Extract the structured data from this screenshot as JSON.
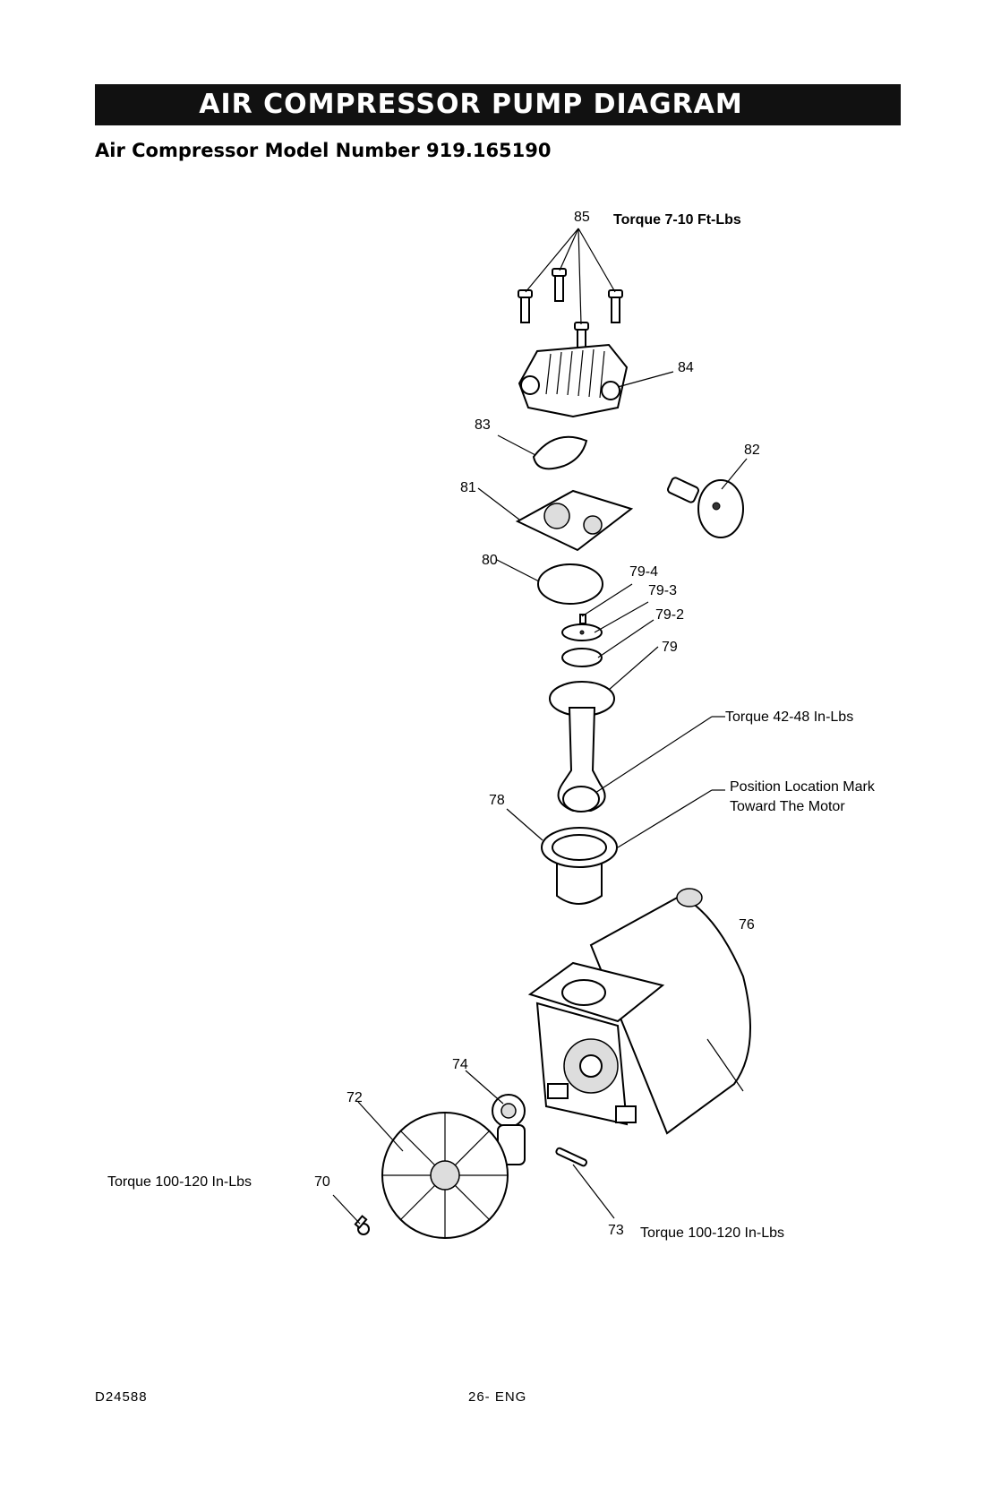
{
  "header": {
    "title": "AIR COMPRESSOR PUMP DIAGRAM",
    "subtitle": "Air Compressor Model Number 919.165190"
  },
  "callouts": {
    "p85": "85",
    "p84": "84",
    "p83": "83",
    "p82": "82",
    "p81": "81",
    "p80": "80",
    "p79_4": "79-4",
    "p79_3": "79-3",
    "p79_2": "79-2",
    "p79": "79",
    "p78": "78",
    "p76": "76",
    "p74": "74",
    "p73": "73",
    "p72": "72",
    "p70": "70"
  },
  "notes": {
    "torque_85": "Torque 7-10 Ft-Lbs",
    "torque_rod": "Torque 42-48 In-Lbs",
    "position_line1": "Position Location Mark",
    "position_line2": "Toward The Motor",
    "torque_73": "Torque 100-120 In-Lbs",
    "torque_70": "Torque 100-120 In-Lbs"
  },
  "footer": {
    "doc_number": "D24588",
    "page": "26- ENG"
  }
}
